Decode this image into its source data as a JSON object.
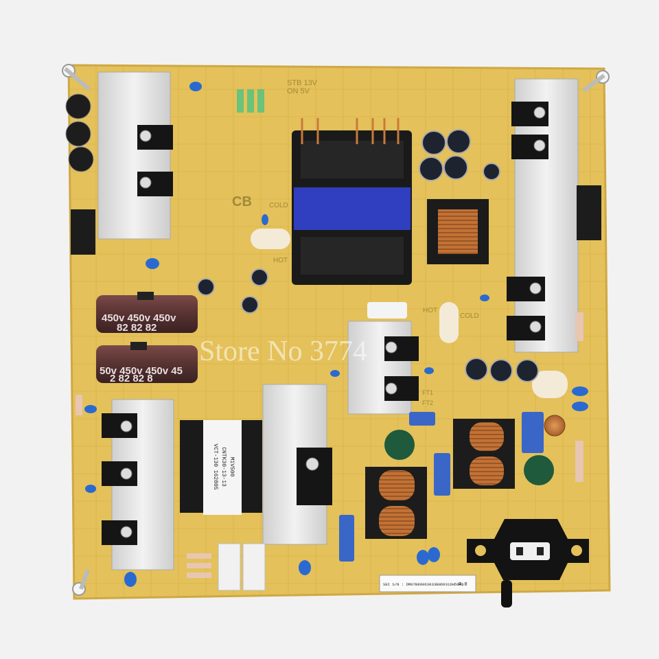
{
  "photo": {
    "board_markings": {
      "standby": "STB 13V",
      "on_off": "ON 5V",
      "cert": "CB",
      "cold_left": "COLD",
      "hot_left": "HOT",
      "hot_right": "HOT",
      "cold_right": "COLD",
      "ft1": "FT1",
      "ft2": "FT2"
    },
    "capacitor_left_top": {
      "rating": "450v 450v 450v",
      "value": "82 82 82"
    },
    "capacitor_left_bottom": {
      "rating": "50v 450v 450v 45",
      "value": "2 82 82 8"
    },
    "transformer_label": {
      "line1": "VCT-130 162805",
      "line2": "CNTK30-13-13",
      "line3": "M1V500"
    },
    "serial_sticker": {
      "text": "SEC S/N : DM07B89063033B0D0316H5046",
      "rev": "R.0"
    },
    "watermark": "Store No 3774"
  },
  "colors": {
    "pcb": "#e4c15a",
    "pcb_edge": "#d9b44a",
    "heatsink": "#e3e3e3",
    "transformer_black": "#1a1a1a",
    "tape_blue": "#2f3fbf",
    "copper": "#c97a3a",
    "cap_brown": "#5a3634"
  }
}
